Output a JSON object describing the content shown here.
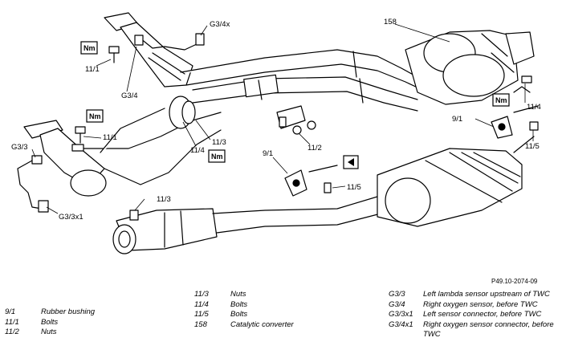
{
  "diagram": {
    "callouts": {
      "c_g334x": "G3/4x",
      "c_158": "158",
      "c_11_1_top": "11/1",
      "c_g34": "G3/4",
      "c_11_4_right": "11/4",
      "c_9_1_right": "9/1",
      "c_11_5_right": "11/5",
      "c_11_1_left": "11/1",
      "c_g33": "G3/3",
      "c_11_4_mid": "11/4",
      "c_11_3_mid": "11/3",
      "c_11_2": "11/2",
      "c_9_1_mid": "9/1",
      "c_11_5_mid": "11/5",
      "c_11_3_low": "11/3",
      "c_g33x1": "G3/3x1"
    },
    "torque_label": "Nm",
    "reference": "P49.10-2074-09"
  },
  "legend": {
    "col1": [
      {
        "code": "9/1",
        "desc": "Rubber bushing"
      },
      {
        "code": "11/1",
        "desc": "Bolts"
      },
      {
        "code": "11/2",
        "desc": "Nuts"
      }
    ],
    "col2": [
      {
        "code": "11/3",
        "desc": "Nuts"
      },
      {
        "code": "11/4",
        "desc": "Bolts"
      },
      {
        "code": "11/5",
        "desc": "Bolts"
      },
      {
        "code": "158",
        "desc": "Catalytic converter"
      }
    ],
    "col3": [
      {
        "code": "G3/3",
        "desc": "Left lambda sensor upstream of TWC"
      },
      {
        "code": "G3/4",
        "desc": "Right oxygen sensor, before TWC"
      },
      {
        "code": "G3/3x1",
        "desc": "Left sensor connector, before TWC"
      },
      {
        "code": "G3/4x1",
        "desc": "Right oxygen sensor connector, before TWC"
      }
    ]
  }
}
